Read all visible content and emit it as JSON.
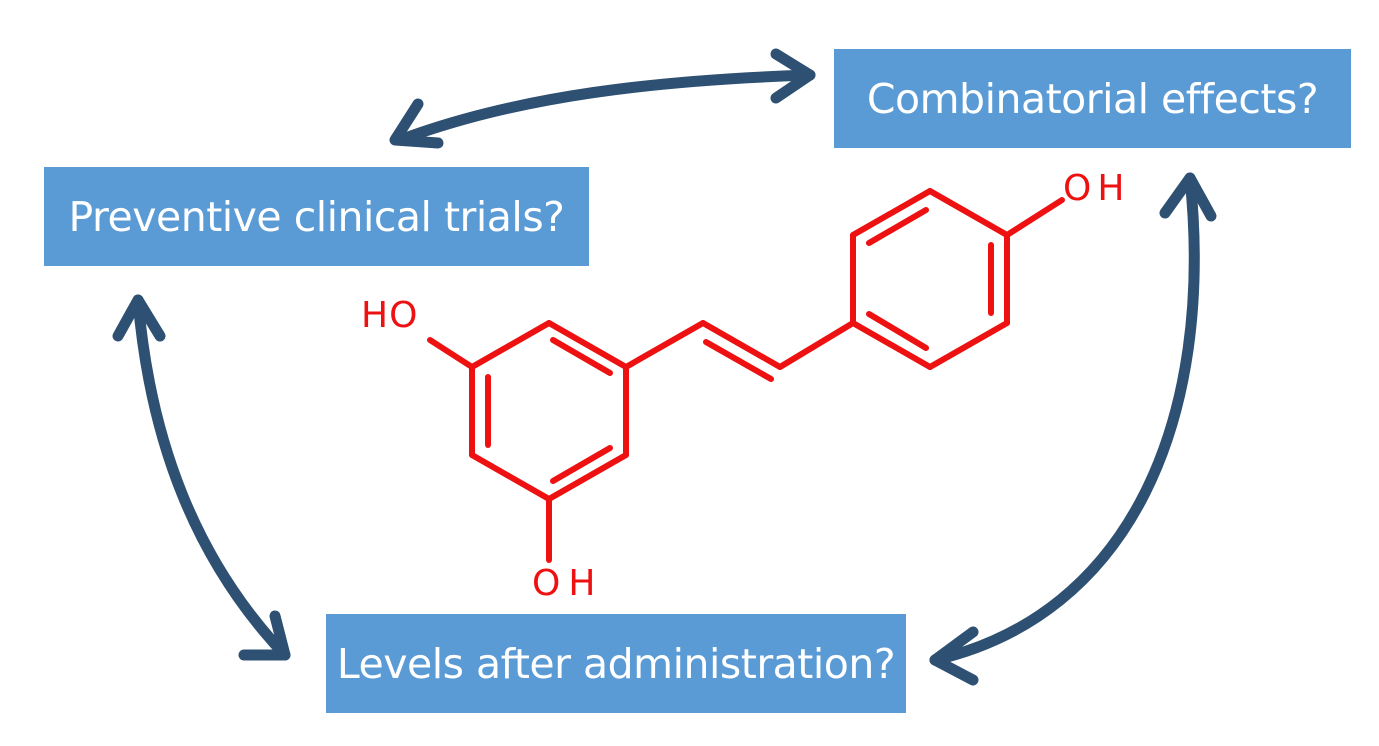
{
  "boxes": {
    "combinatorial": "Combinatorial effects?",
    "preventive": "Preventive clinical trials?",
    "levels": "Levels after administration?"
  },
  "molecule": {
    "hydroxyl_top_right": "OH",
    "hydroxyl_left": "HO",
    "hydroxyl_bottom": "OH"
  },
  "colors": {
    "box_fill": "#5b9bd5",
    "box_text": "#ffffff",
    "arrow": "#2e5072",
    "molecule": "#ee1111"
  },
  "connections": [
    {
      "from": "preventive",
      "to": "combinatorial",
      "type": "double-headed-arrow"
    },
    {
      "from": "preventive",
      "to": "levels",
      "type": "double-headed-arrow"
    },
    {
      "from": "combinatorial",
      "to": "levels",
      "type": "double-headed-arrow"
    }
  ]
}
